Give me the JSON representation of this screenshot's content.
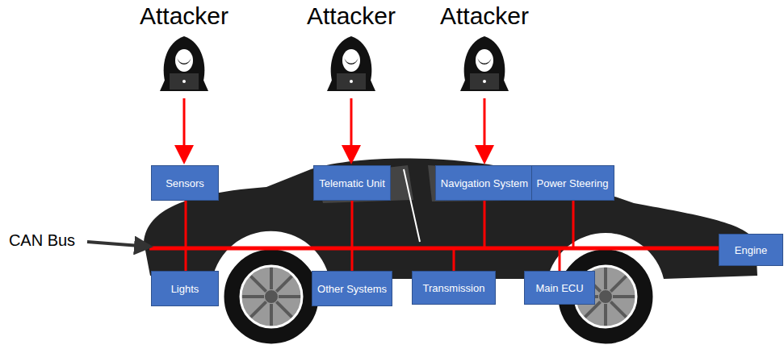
{
  "diagram": {
    "nodes": [
      {
        "text": [
          "Sensors"
        ]
      },
      {
        "text": [
          "Telematic Unit"
        ]
      },
      {
        "text": [
          "Navigation System"
        ]
      },
      {
        "text": [
          "Power Steering"
        ]
      },
      {
        "text": [
          "Lights"
        ]
      },
      {
        "text": [
          "Other Systems"
        ]
      },
      {
        "text": [
          "Transmission"
        ]
      },
      {
        "text": [
          "Main ECU"
        ]
      },
      {
        "text": [
          "Engine"
        ]
      }
    ],
    "labels": [
      "Attacker",
      "Attacker",
      "Attacker",
      "CAN Bus"
    ]
  }
}
